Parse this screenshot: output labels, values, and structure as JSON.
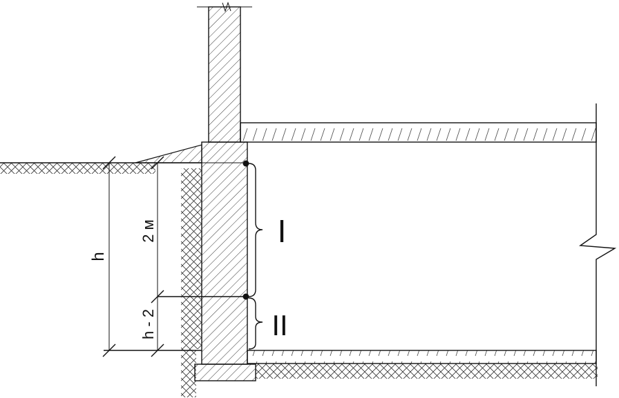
{
  "labels": {
    "height": "h",
    "two_m": "2 м",
    "h_minus_2": "h - 2",
    "zone_1": "I",
    "zone_2": "II"
  }
}
